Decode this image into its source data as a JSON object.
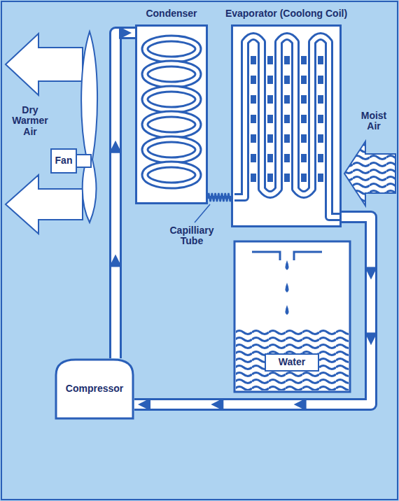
{
  "diagram": {
    "nodes": [
      {
        "text": [
          "Condenser"
        ]
      },
      {
        "text": [
          "Evaporator (Coolong Coil)"
        ]
      },
      {
        "text": [
          "Fan"
        ]
      },
      {
        "text": [
          "Water"
        ]
      },
      {
        "text": [
          "Compressor"
        ]
      }
    ],
    "edges": [
      {
        "from": 4,
        "to": 0,
        "arrow": "to"
      },
      {
        "from": 0,
        "to": 1,
        "arrow": "none"
      },
      {
        "from": 1,
        "to": 4,
        "arrow": "to"
      }
    ],
    "labels": [
      "Dry Warmer Air",
      "Moist Air",
      "Capilliary Tube"
    ]
  }
}
